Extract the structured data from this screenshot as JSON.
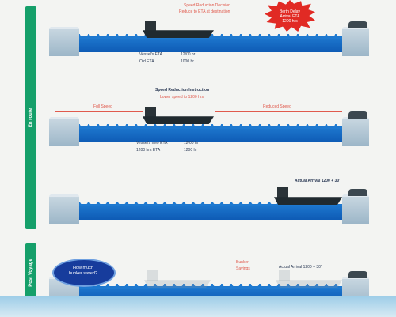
{
  "sidebar": {
    "en_route_label": "En route",
    "post_voyage_label": "Post Voyage"
  },
  "scene1": {
    "instruction_line1": "Speed Reduction Decision",
    "instruction_line2": "Reduce to ETA at destination",
    "burst_line1": "Berth Delay",
    "burst_line2": "Arrival ETA",
    "burst_line3": "1200 hrs",
    "eta_label1": "Vessel's ETA",
    "eta_value1": "12/00 hr",
    "eta_label2": "Old ETA",
    "eta_value2": "1000 hr"
  },
  "scene2": {
    "instruction_title": "Speed Reduction Instruction",
    "instruction_sub": "Lower speed to 1200 hrs",
    "left_route_label": "Full Speed",
    "right_route_label": "Reduced Speed",
    "eta_label1": "Vessel's new ETA",
    "eta_value1": "12/00 hr",
    "eta_label2": "1200 hrs ETA",
    "eta_value2": "1200 hr"
  },
  "scene3": {
    "arrival_label": "Actual Arrival 1200 + 30'"
  },
  "scene4": {
    "question_line1": "How much",
    "question_line2": "bunker saved?",
    "middle_line1": "Bunker",
    "middle_line2": "Savings",
    "arrival_label": "Actual Arrival 1200 + 30'"
  },
  "colors": {
    "sidebar": "#159f6a",
    "sea": "#1e79d0",
    "ship": "#202a2f",
    "accent_red": "#e0574a",
    "burst_red": "#e12a24",
    "oval_blue": "#173c9c"
  }
}
